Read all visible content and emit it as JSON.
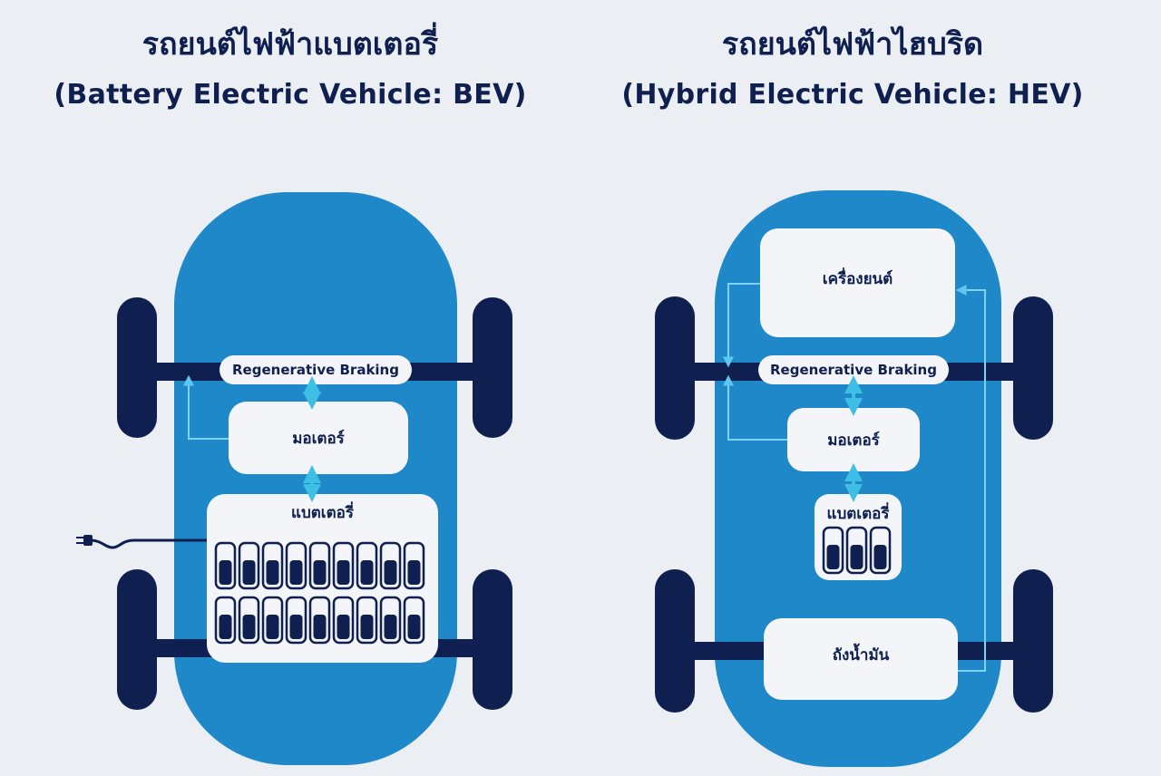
{
  "bev": {
    "title_th": "รถยนต์ไฟฟ้าแบตเตอรี่",
    "title_en": "(Battery Electric Vehicle: BEV)",
    "regen": "Regenerative Braking",
    "motor": "มอเตอร์",
    "battery": "แบตเตอรี่"
  },
  "hev": {
    "title_th": "รถยนต์ไฟฟ้าไฮบริด",
    "title_en": "(Hybrid Electric Vehicle: HEV)",
    "engine": "เครื่องยนต์",
    "regen": "Regenerative Braking",
    "motor": "มอเตอร์",
    "battery": "แบตเตอรี่",
    "fuel_tank": "ถังน้ำมัน"
  },
  "colors": {
    "background": "#ebeef3",
    "car_body": "#1e88c8",
    "navy": "#0f1f4f",
    "box": "#f3f5f9",
    "arrow": "#3ec0e6",
    "line": "#7dd3f0"
  }
}
